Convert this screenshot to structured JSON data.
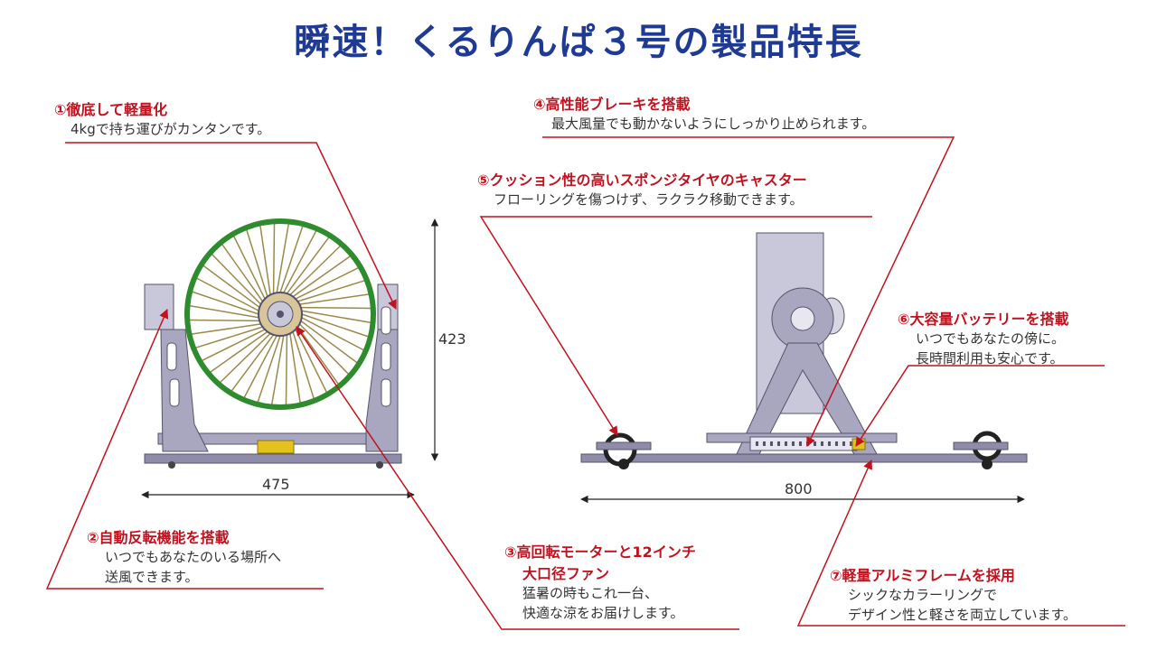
{
  "title": "瞬速！くるりんぱ３号の製品特長",
  "dimensions": {
    "height": "423",
    "width_front": "475",
    "length_side": "800"
  },
  "features": [
    {
      "heading": "①徹底して軽量化",
      "desc": [
        "4kgで持ち運びがカンタンです。"
      ]
    },
    {
      "heading": "②自動反転機能を搭載",
      "desc": [
        "いつでもあなたのいる場所へ",
        "送風できます。"
      ]
    },
    {
      "heading": "③高回転モーターと12インチ",
      "heading2": "大口径ファン",
      "desc": [
        "猛暑の時もこれ一台、",
        "快適な涼をお届けします。"
      ]
    },
    {
      "heading": "④高性能ブレーキを搭載",
      "desc": [
        "最大風量でも動かないようにしっかり止められます。"
      ]
    },
    {
      "heading": "⑤クッション性の高いスポンジタイヤのキャスター",
      "desc": [
        "フローリングを傷つけず、ラクラク移動できます。"
      ]
    },
    {
      "heading": "⑥大容量バッテリーを搭載",
      "desc": [
        "いつでもあなたの傍に。",
        "長時間利用も安心です。"
      ]
    },
    {
      "heading": "⑦軽量アルミフレームを採用",
      "desc": [
        "シックなカラーリングで",
        "デザイン性と軽さを両立しています。"
      ]
    }
  ],
  "colors": {
    "title": "#1f3a93",
    "accent": "#c1121f",
    "frame": "#8e8ca8",
    "fan_rim": "#2e8b2e",
    "battery": "#e3c21c"
  }
}
